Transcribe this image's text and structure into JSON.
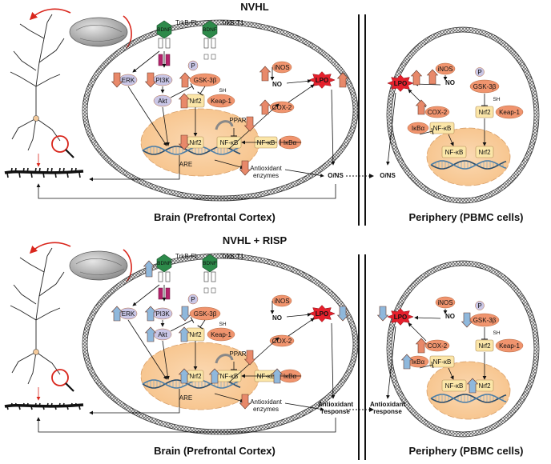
{
  "panels": [
    {
      "title": "NVHL",
      "brain_label": "Brain (Prefrontal Cortex)",
      "periphery_label": "Periphery (PBMC cells)",
      "receptors": {
        "full": "TrkB-FL",
        "truncated": "TrkB-T1",
        "ligand": "BDNF"
      },
      "brain_nodes": {
        "erk": "ERK",
        "pi3k": "PI3K",
        "gsk": "GSK-3β",
        "p": "P",
        "akt": "Akt",
        "nrf2": "Nrf2",
        "keap": "Keap-1",
        "sh": "SH",
        "inos": "iNOS",
        "no": "NO",
        "lpo": "LPO",
        "cox": "COX-2",
        "ppar": "PPARγ",
        "nrf2_nuc": "Nrf2",
        "nfkb_nuc": "NF-κB",
        "nfkb_cyto": "NF-κB",
        "ikb": "IκBα",
        "are": "ARE",
        "antiox": "Antioxidant enzymes",
        "ons": "O/NS"
      },
      "periphery_nodes": {
        "inos": "iNOS",
        "no": "NO",
        "lpo": "LPO",
        "p": "P",
        "gsk": "GSK-3β",
        "sh": "SH",
        "nrf2": "Nrf2",
        "keap": "Keap-1",
        "cox": "COX-2",
        "ikb": "IκBα",
        "nfkb_cyto": "NF-κB",
        "nfkb_nuc": "NF-κB",
        "nrf2_nuc": "Nrf2",
        "ons": "O/NS"
      }
    },
    {
      "title": "NVHL + RISP",
      "brain_label": "Brain (Prefrontal Cortex)",
      "periphery_label": "Periphery (PBMC cells)",
      "receptors": {
        "full": "TrkB-FL",
        "truncated": "TrkB-T1",
        "ligand": "BDNF"
      },
      "brain_nodes": {
        "erk": "ERK",
        "pi3k": "PI3K",
        "gsk": "GSK-3β",
        "p": "P",
        "akt": "Akt",
        "nrf2": "Nrf2",
        "keap": "Keap-1",
        "sh": "SH",
        "inos": "iNOS",
        "no": "NO",
        "lpo": "LPO",
        "cox": "COX-2",
        "ppar": "PPARγ",
        "nrf2_nuc": "Nrf2",
        "nfkb_nuc": "NF-κB",
        "nfkb_cyto": "NF-κB",
        "ikb": "IκBα",
        "are": "ARE",
        "antiox": "Antioxidant enzymes",
        "ons": "Antioxidant response"
      },
      "periphery_nodes": {
        "inos": "iNOS",
        "no": "NO",
        "lpo": "LPO",
        "p": "P",
        "gsk": "GSK-3β",
        "sh": "SH",
        "nrf2": "Nrf2",
        "keap": "Keap-1",
        "cox": "COX-2",
        "ikb": "IκBα",
        "nfkb_cyto": "NF-κB",
        "nfkb_nuc": "NF-κB",
        "nrf2_nuc": "Nrf2",
        "ons": "Antioxidant response"
      }
    }
  ],
  "colors": {
    "up_arrow": "#e8896a",
    "down_arrow": "#8fb8dc",
    "node_orange": "#f0946e",
    "node_lavender": "#c9c6e6",
    "node_yellow": "#fbe6a8",
    "nucleus": "#fbd9b3",
    "lpo": "#e5202c"
  }
}
